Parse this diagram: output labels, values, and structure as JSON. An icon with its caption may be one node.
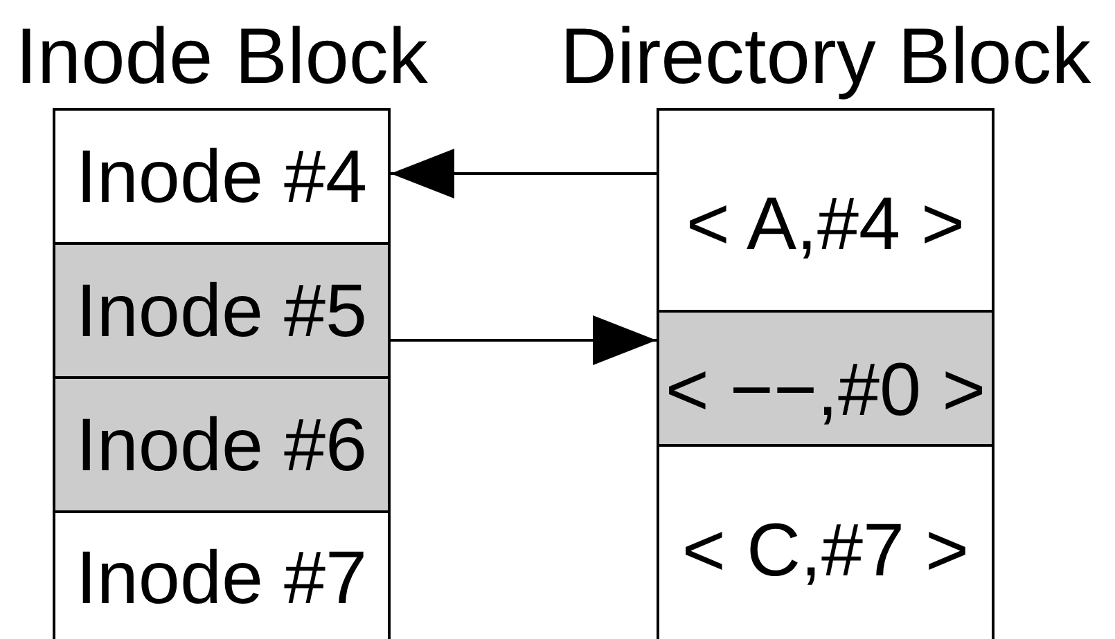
{
  "diagram": {
    "nodes": [
      {
        "text": [
          "Inode Block"
        ]
      },
      {
        "text": [
          "Inode #4"
        ],
        "in": 0
      },
      {
        "text": [
          "Inode #5"
        ],
        "in": 0
      },
      {
        "text": [
          "Inode #6"
        ],
        "in": 0
      },
      {
        "text": [
          "Inode #7"
        ],
        "in": 0
      },
      {
        "text": [
          "Directory Block"
        ]
      },
      {
        "text": [
          "< A,#4 >"
        ],
        "in": 5
      },
      {
        "text": [
          "< −−,#0 >"
        ],
        "in": 5
      },
      {
        "text": [
          "< C,#7 >"
        ],
        "in": 5
      }
    ],
    "edges": [
      {
        "from": 6,
        "to": 1,
        "arrow": "to"
      },
      {
        "from": 2,
        "to": 7,
        "arrow": "to"
      }
    ]
  }
}
